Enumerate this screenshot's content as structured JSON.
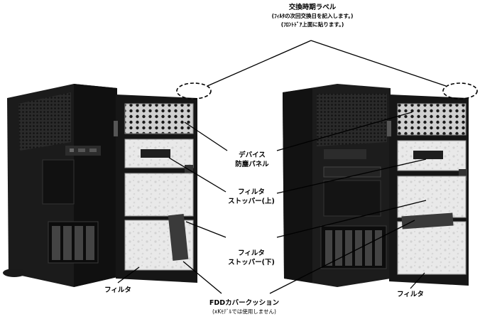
{
  "labels": {
    "replacement_label": {
      "title": "交換時期ラベル",
      "line2": "(ﾌｨﾙﾀの次回交換日を記入します。)",
      "line3": "(ﾌﾛﾝﾄﾄﾞｱ上面に貼ります。)"
    },
    "device_dust_panel": {
      "line1": "デバイス",
      "line2": "防塵パネル"
    },
    "filter_stopper_upper": {
      "line1": "フィルタ",
      "line2": "ストッパー(上)"
    },
    "filter_stopper_lower": {
      "line1": "フィルタ",
      "line2": "ストッパー(下)"
    },
    "filter_left": "フィルタ",
    "filter_right": "フィルタ",
    "fdd_cover_cushion": {
      "title": "FDDカバークッション",
      "note": "(xKﾓﾃﾞﾙでは使用しません)"
    }
  },
  "colors": {
    "chassis": "#1c1c1c",
    "chassis_dark": "#0e0e0e",
    "filter_white": "#ebebeb",
    "leader_line": "#000000"
  }
}
